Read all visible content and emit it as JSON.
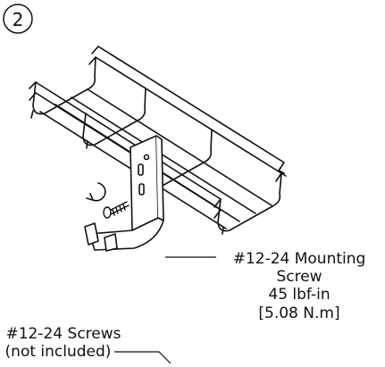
{
  "step": {
    "number": "2"
  },
  "callouts": {
    "mounting_screw": {
      "line1": "#12-24 Mounting",
      "line2": "Screw",
      "line3": "45 lbf-in",
      "line4": "[5.08 N.m]"
    },
    "screws_not_included": {
      "line1": "#12-24 Screws",
      "line2": "(not included)"
    }
  },
  "symbols": {
    "rotation": "rotate-clockwise-icon"
  },
  "colors": {
    "ink": "#111111",
    "background": "#ffffff"
  }
}
